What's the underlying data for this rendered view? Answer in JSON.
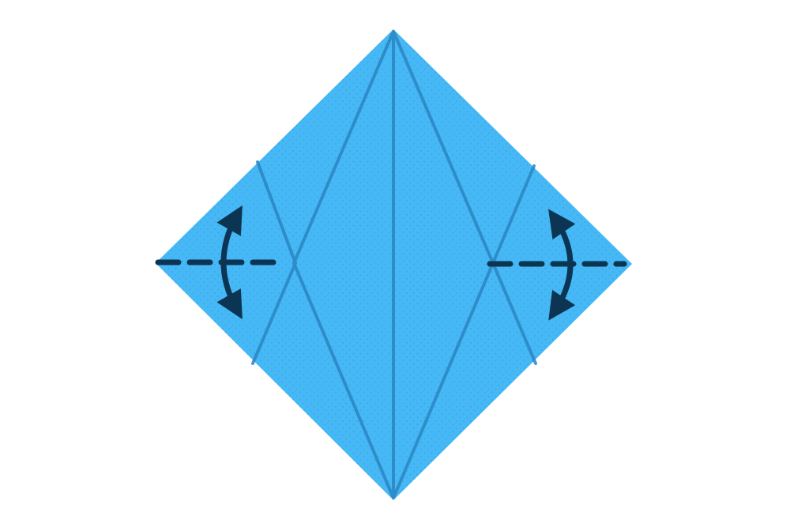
{
  "diagram": {
    "kind": "origami-step",
    "paper": {
      "color": "#45b8f5",
      "texture_color": "#2f97d6",
      "crease_color": "#2a86c2"
    },
    "marks": {
      "color": "#0c3553",
      "left_fold": "valley-fold-and-unfold",
      "right_fold": "valley-fold-and-unfold"
    },
    "icons": [
      "fold-and-unfold-arrow-icon",
      "fold-and-unfold-arrow-icon"
    ]
  }
}
